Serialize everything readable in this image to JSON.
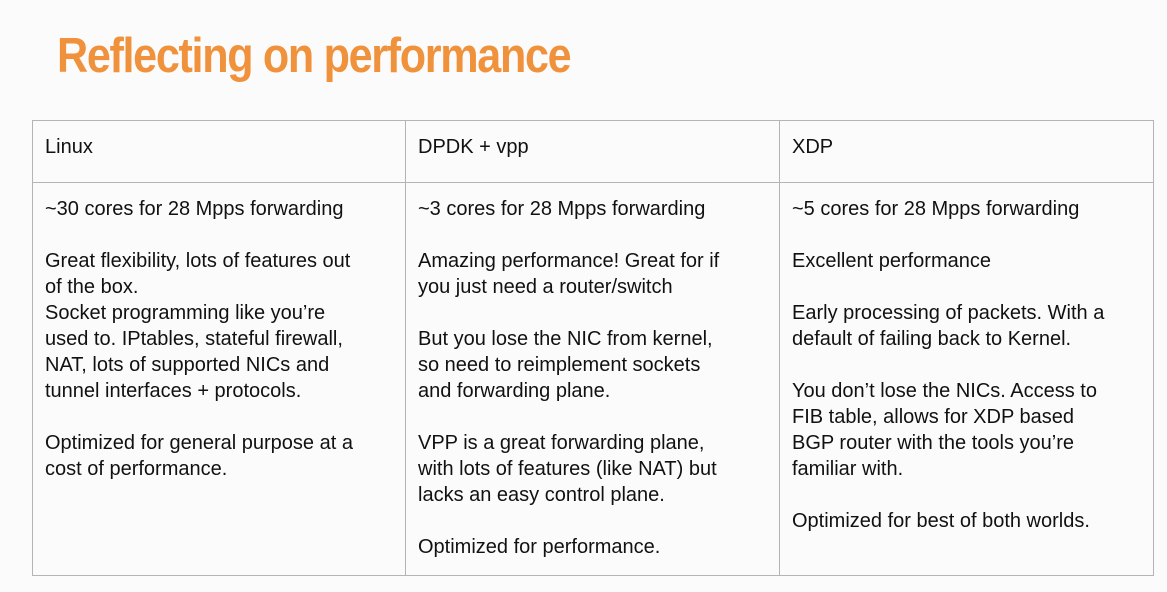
{
  "title": "Reflecting on performance",
  "colors": {
    "title": "#f0913c",
    "border": "#b4b4b4",
    "text": "#111111",
    "background": "#fbfbfb"
  },
  "columns": [
    {
      "header": "Linux",
      "blocks": [
        [
          "~30 cores for 28 Mpps forwarding"
        ],
        [
          "Great flexibility, lots of features out",
          "of the box.",
          "Socket programming like you’re",
          "used to. IPtables, stateful firewall,",
          "NAT, lots of supported NICs and",
          "tunnel interfaces + protocols."
        ],
        [
          "Optimized for general purpose at a",
          "cost of performance."
        ]
      ]
    },
    {
      "header": "DPDK + vpp",
      "blocks": [
        [
          "~3 cores for 28 Mpps forwarding"
        ],
        [
          "Amazing performance! Great for if",
          "you just need a router/switch"
        ],
        [
          "But you lose the NIC from kernel,",
          "so need to reimplement sockets",
          "and forwarding plane."
        ],
        [
          "VPP is a great forwarding plane,",
          "with lots of features (like NAT) but",
          "lacks an easy control plane."
        ],
        [
          "Optimized for performance."
        ]
      ]
    },
    {
      "header": "XDP",
      "blocks": [
        [
          "~5 cores for 28 Mpps forwarding"
        ],
        [
          "Excellent performance"
        ],
        [
          "Early processing of packets. With a",
          "default of failing back to Kernel."
        ],
        [
          "You don’t lose the NICs. Access to",
          "FIB table, allows for XDP based",
          "BGP router with the tools you’re",
          "familiar with."
        ],
        [
          "Optimized for best of both worlds."
        ]
      ]
    }
  ]
}
